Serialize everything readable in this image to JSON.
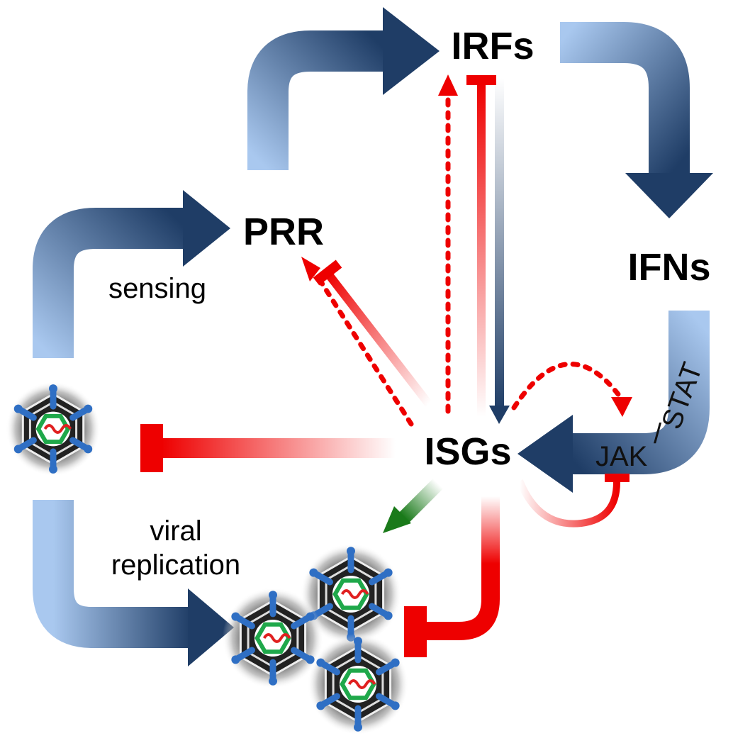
{
  "nodes": {
    "irfs": "IRFs",
    "prr": "PRR",
    "ifns": "IFNs",
    "isgs": "ISGs"
  },
  "labels": {
    "sensing": "sensing",
    "viral_line1": "viral",
    "viral_line2": "replication",
    "jak": "JAK",
    "slash": "/",
    "stat": "STAT"
  },
  "colors": {
    "arrow_light": "#a9c8ef",
    "arrow_dark": "#1f3d66",
    "inhibit_red": "#ee0000",
    "promote_green": "#1a7a1a",
    "virus_blue": "#2f6fc4",
    "virus_green": "#1fa84a"
  }
}
